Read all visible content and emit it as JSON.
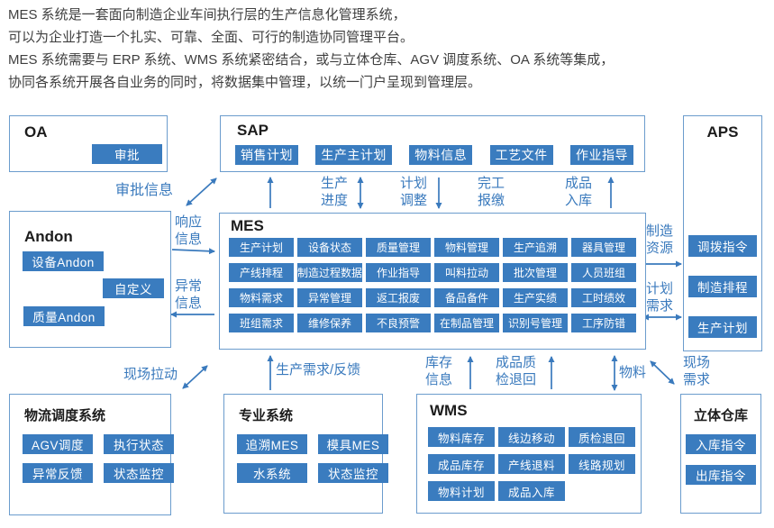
{
  "intro": {
    "lines": [
      "MES 系统是一套面向制造企业车间执行层的生产信息化管理系统，",
      "可以为企业打造一个扎实、可靠、全面、可行的制造协同管理平台。",
      "MES 系统需要与 ERP 系统、WMS 系统紧密结合，或与立体仓库、AGV 调度系统、OA 系统等集成，",
      "协同各系统开展各自业务的同时，将数据集中管理，以统一门户呈现到管理层。"
    ]
  },
  "palette": {
    "accent_blue": "#3a7abd",
    "chip_background": "#3a7cbf",
    "chip_text": "#ffffff",
    "box_border": "#6b9ccd",
    "body_text": "#3f3f3f",
    "title_text": "#1c1c1c"
  },
  "boxes": {
    "oa": {
      "title": "OA",
      "chips": [
        "审批"
      ]
    },
    "sap": {
      "title": "SAP",
      "chips": [
        "销售计划",
        "生产主计划",
        "物料信息",
        "工艺文件",
        "作业指导"
      ]
    },
    "aps": {
      "title": "APS",
      "chips": [
        "调拨指令",
        "制造排程",
        "生产计划"
      ]
    },
    "andon": {
      "title": "Andon",
      "chips": [
        "设备Andon",
        "自定义",
        "质量Andon"
      ]
    },
    "mes": {
      "title": "MES",
      "chips": [
        "生产计划",
        "设备状态",
        "质量管理",
        "物料管理",
        "生产追溯",
        "器具管理",
        "产线排程",
        "制造过程数据",
        "作业指导",
        "叫料拉动",
        "批次管理",
        "人员班组",
        "物料需求",
        "异常管理",
        "返工报废",
        "备品备件",
        "生产实绩",
        "工时绩效",
        "班组需求",
        "维修保养",
        "不良预警",
        "在制品管理",
        "识别号管理",
        "工序防错"
      ]
    },
    "logistics": {
      "title": "物流调度系统",
      "chips": [
        "AGV调度",
        "执行状态",
        "异常反馈",
        "状态监控"
      ]
    },
    "specialty": {
      "title": "专业系统",
      "chips": [
        "追溯MES",
        "模具MES",
        "水系统",
        "状态监控"
      ]
    },
    "wms": {
      "title": "WMS",
      "chips": [
        "物料库存",
        "线边移动",
        "质检退回",
        "成品库存",
        "产线退料",
        "线路规划",
        "物料计划",
        "成品入库"
      ]
    },
    "warehouse": {
      "title": "立体仓库",
      "chips": [
        "入库指令",
        "出库指令"
      ]
    }
  },
  "flow_labels": {
    "approval_info": "审批信息",
    "production_progress": "生产进度",
    "plan_adjustment": "计划调整",
    "completion_report": "完工报缴",
    "finished_goods_in": "成品入库",
    "response_info": "响应信息",
    "exception_info": "异常信息",
    "manufacturing_resource": "制造资源",
    "plan_demand": "计划需求",
    "site_pull": "现场拉动",
    "production_demand_feedback": "生产需求/反馈",
    "inventory_info": "库存信息",
    "finished_quality_return": "成品质检退回",
    "material": "物料",
    "site_demand": "现场需求"
  }
}
